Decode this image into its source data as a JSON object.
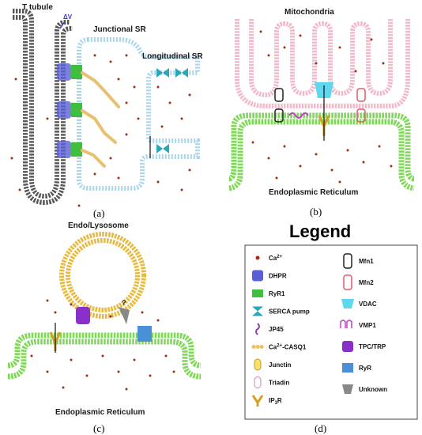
{
  "panel_a": {
    "letter": "(a)",
    "t_tubule": "T tubule",
    "delta_v": "ΔV",
    "junctional_sr": "Junctional SR",
    "longitudinal_sr": "Longitudinal SR"
  },
  "panel_b": {
    "letter": "(b)",
    "mitochondria": "Mitochondria",
    "er": "Endoplasmic Reticulum"
  },
  "panel_c": {
    "letter": "(c)",
    "endo_lysosome": "Endo/Lysosome",
    "er": "Endoplasmic Reticulum",
    "question": "?"
  },
  "panel_d": {
    "letter": "(d)",
    "legend_title": "Legend",
    "left_items": [
      {
        "icon": "calcium-icon",
        "label": "Ca",
        "sup": "2+",
        "tail": ""
      },
      {
        "icon": "dhpr-icon",
        "label": "DHPR",
        "sup": "",
        "tail": ""
      },
      {
        "icon": "ryr1-icon",
        "label": "RyR1",
        "sup": "",
        "tail": ""
      },
      {
        "icon": "serca-pump-icon",
        "label": "SERCA pump",
        "sup": "",
        "tail": ""
      },
      {
        "icon": "jp45-icon",
        "label": "JP45",
        "sup": "",
        "tail": ""
      },
      {
        "icon": "ca-casq1-icon",
        "label": "Ca",
        "sup": "2+",
        "tail": "-CASQ1"
      },
      {
        "icon": "junctin-icon",
        "label": "Junctin",
        "sup": "",
        "tail": ""
      },
      {
        "icon": "triadin-icon",
        "label": "Triadin",
        "sup": "",
        "tail": ""
      },
      {
        "icon": "ip3r-icon",
        "label": "IP",
        "sub": "3",
        "tail": "R"
      }
    ],
    "right_items": [
      {
        "icon": "mfn1-icon",
        "label": "Mfn1"
      },
      {
        "icon": "mfn2-icon",
        "label": "Mfn2"
      },
      {
        "icon": "vdac-icon",
        "label": "VDAC"
      },
      {
        "icon": "vmp1-icon",
        "label": "VMP1"
      },
      {
        "icon": "tpc-trp-icon",
        "label": "TPC/TRP"
      },
      {
        "icon": "ryr-icon",
        "label": "RyR"
      },
      {
        "icon": "unknown-icon",
        "label": "Unknown"
      }
    ]
  },
  "colors": {
    "calcium": "#a52a1a",
    "t_tubule": "#555555",
    "sr_membrane": "#a8d4ec",
    "er_membrane": "#7ed957",
    "mito_membrane": "#f2b8c8",
    "lyso_membrane": "#e8b93c",
    "dhpr": "#5a5fd6",
    "ryr1": "#3fbf3f",
    "serca": "#2aa6b8",
    "tpc": "#8a2fc9",
    "ryr": "#4a90d9",
    "vdac": "#5fd8ef",
    "casq": "#f0c060"
  }
}
